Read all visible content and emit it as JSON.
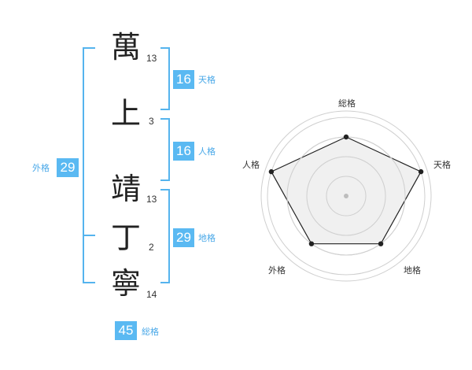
{
  "name": {
    "characters": [
      {
        "char": "萬",
        "strokes": "13"
      },
      {
        "char": "上",
        "strokes": "3"
      },
      {
        "char": "靖",
        "strokes": "13"
      },
      {
        "char": "丁",
        "strokes": "2"
      },
      {
        "char": "寧",
        "strokes": "14"
      }
    ]
  },
  "kaku": {
    "tenkaku": {
      "value": "16",
      "label": "天格"
    },
    "jinkaku": {
      "value": "16",
      "label": "人格"
    },
    "chikaku": {
      "value": "29",
      "label": "地格"
    },
    "gaikaku": {
      "value": "29",
      "label": "外格"
    },
    "soukaku": {
      "value": "45",
      "label": "総格"
    }
  },
  "chart_data": {
    "type": "radar",
    "axes": [
      "総格",
      "天格",
      "地格",
      "外格",
      "人格"
    ],
    "values": [
      0.75,
      1.0,
      0.75,
      0.75,
      1.0
    ],
    "rings": 4,
    "colors": {
      "fill": "#ededed",
      "line": "#222222",
      "grid": "#cfcfcf",
      "center": "#bdbdbd"
    }
  }
}
